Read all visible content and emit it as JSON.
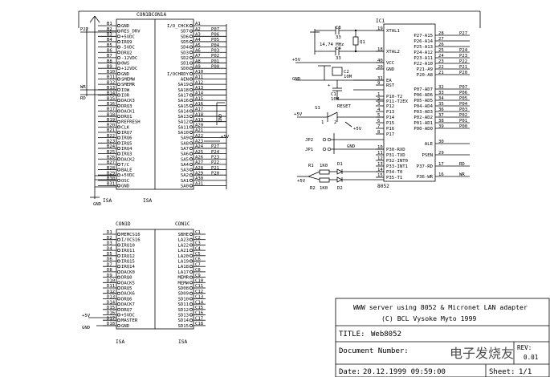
{
  "connectors": {
    "isa_a_b": {
      "ref": "CON1BCON1A",
      "footer_left": "ISA",
      "footer_right": "ISA",
      "left_pins": [
        {
          "pin": "B1",
          "name": "GND"
        },
        {
          "pin": "B2",
          "name": "RES_DRV"
        },
        {
          "pin": "B3",
          "name": "+5VDC"
        },
        {
          "pin": "B4",
          "name": "IRQ9"
        },
        {
          "pin": "B5",
          "name": "-5VDC"
        },
        {
          "pin": "B6",
          "name": "DRQ2"
        },
        {
          "pin": "B7",
          "name": "-12VDC"
        },
        {
          "pin": "B8",
          "name": "0WS"
        },
        {
          "pin": "B9",
          "name": "+12VDC"
        },
        {
          "pin": "B10",
          "name": "GND"
        },
        {
          "pin": "B11",
          "name": "SMEMW"
        },
        {
          "pin": "B12",
          "name": "SMEMR"
        },
        {
          "pin": "B13",
          "name": "IOW"
        },
        {
          "pin": "B14",
          "name": "IOR"
        },
        {
          "pin": "B15",
          "name": "DACK3"
        },
        {
          "pin": "B16",
          "name": "DRQ3"
        },
        {
          "pin": "B17",
          "name": "DACK1"
        },
        {
          "pin": "B18",
          "name": "DRQ1"
        },
        {
          "pin": "B19",
          "name": "REFRESH"
        },
        {
          "pin": "B20",
          "name": "CLK"
        },
        {
          "pin": "B21",
          "name": "IRQ7"
        },
        {
          "pin": "B22",
          "name": "IRQ6"
        },
        {
          "pin": "B23",
          "name": "IRQ5"
        },
        {
          "pin": "B24",
          "name": "IRQ4"
        },
        {
          "pin": "B25",
          "name": "IRQ3"
        },
        {
          "pin": "B26",
          "name": "DACK2"
        },
        {
          "pin": "B27",
          "name": "T/C"
        },
        {
          "pin": "B28",
          "name": "BALE"
        },
        {
          "pin": "B29",
          "name": "+5VDC"
        },
        {
          "pin": "B30",
          "name": "OSC"
        },
        {
          "pin": "B31",
          "name": "GND"
        }
      ],
      "right_pins": [
        {
          "pin": "A1",
          "name": "I/O_CHCK"
        },
        {
          "pin": "A2",
          "name": "SD7"
        },
        {
          "pin": "A3",
          "name": "SD6"
        },
        {
          "pin": "A4",
          "name": "SD5"
        },
        {
          "pin": "A5",
          "name": "SD4"
        },
        {
          "pin": "A6",
          "name": "SD3"
        },
        {
          "pin": "A7",
          "name": "SD2"
        },
        {
          "pin": "A8",
          "name": "SD1"
        },
        {
          "pin": "A9",
          "name": "SD0"
        },
        {
          "pin": "A10",
          "name": "I/OCHRDY"
        },
        {
          "pin": "A11",
          "name": "AEN"
        },
        {
          "pin": "A12",
          "name": "SA19"
        },
        {
          "pin": "A13",
          "name": "SA18"
        },
        {
          "pin": "A14",
          "name": "SA17"
        },
        {
          "pin": "A15",
          "name": "SA16"
        },
        {
          "pin": "A16",
          "name": "SA15"
        },
        {
          "pin": "A17",
          "name": "SA14"
        },
        {
          "pin": "A18",
          "name": "SA13"
        },
        {
          "pin": "A19",
          "name": "SA12"
        },
        {
          "pin": "A20",
          "name": "SA11"
        },
        {
          "pin": "A21",
          "name": "SA10"
        },
        {
          "pin": "A22",
          "name": "SA9"
        },
        {
          "pin": "A23",
          "name": "SA8"
        },
        {
          "pin": "A24",
          "name": "SA7"
        },
        {
          "pin": "A25",
          "name": "SA6"
        },
        {
          "pin": "A26",
          "name": "SA5"
        },
        {
          "pin": "A27",
          "name": "SA4"
        },
        {
          "pin": "A28",
          "name": "SA3"
        },
        {
          "pin": "A29",
          "name": "SA2"
        },
        {
          "pin": "A30",
          "name": "SA1"
        },
        {
          "pin": "A31",
          "name": "SA0"
        }
      ],
      "right_nets": [
        "",
        "P07",
        "P06",
        "P05",
        "P04",
        "P03",
        "P02",
        "P01",
        "P00",
        "",
        "",
        "",
        "",
        "",
        "",
        "",
        "",
        "",
        "",
        "",
        "",
        "",
        "",
        "P27",
        "P24",
        "P23",
        "P22",
        "P21",
        "P20",
        "",
        ""
      ],
      "left_nets": {
        "p22": "P22",
        "wr": "WR",
        "rd": "RD",
        "gnd": "GND"
      },
      "mid_labels": {
        "gnd": "GND",
        "plus5v": "+5V"
      }
    },
    "isa_c_d": {
      "ref_left": "CON1D",
      "ref_right": "CON1C",
      "footer_left": "ISA",
      "footer_right": "ISA",
      "left_pins": [
        {
          "pin": "D1",
          "name": "MEMCS16"
        },
        {
          "pin": "D2",
          "name": "I/OCS16"
        },
        {
          "pin": "D3",
          "name": "IRQ10"
        },
        {
          "pin": "D4",
          "name": "IRQ11"
        },
        {
          "pin": "D5",
          "name": "IRQ12"
        },
        {
          "pin": "D6",
          "name": "IRQ15"
        },
        {
          "pin": "D7",
          "name": "IRQ14"
        },
        {
          "pin": "D8",
          "name": "DACK0"
        },
        {
          "pin": "D9",
          "name": "DRQ0"
        },
        {
          "pin": "D10",
          "name": "DACK5"
        },
        {
          "pin": "D11",
          "name": "DRQ5"
        },
        {
          "pin": "D12",
          "name": "DACK6"
        },
        {
          "pin": "D13",
          "name": "DRQ6"
        },
        {
          "pin": "D14",
          "name": "DACK7"
        },
        {
          "pin": "D15",
          "name": "DRQ7"
        },
        {
          "pin": "D16",
          "name": "+5VDC"
        },
        {
          "pin": "D17",
          "name": "MASTER"
        },
        {
          "pin": "D18",
          "name": "GND"
        }
      ],
      "right_pins": [
        {
          "pin": "C1",
          "name": "SBHE"
        },
        {
          "pin": "C2",
          "name": "LA23"
        },
        {
          "pin": "C3",
          "name": "LA22"
        },
        {
          "pin": "C4",
          "name": "LA21"
        },
        {
          "pin": "C5",
          "name": "LA20"
        },
        {
          "pin": "C6",
          "name": "LA19"
        },
        {
          "pin": "C7",
          "name": "LA18"
        },
        {
          "pin": "C8",
          "name": "LA17"
        },
        {
          "pin": "C9",
          "name": "MEMR"
        },
        {
          "pin": "C10",
          "name": "MEMW"
        },
        {
          "pin": "C11",
          "name": "SD08"
        },
        {
          "pin": "C12",
          "name": "SD09"
        },
        {
          "pin": "C13",
          "name": "SD10"
        },
        {
          "pin": "C14",
          "name": "SD11"
        },
        {
          "pin": "C15",
          "name": "SD12"
        },
        {
          "pin": "C16",
          "name": "SD13"
        },
        {
          "pin": "C17",
          "name": "SD14"
        },
        {
          "pin": "C18",
          "name": "SD15"
        }
      ],
      "labels": {
        "plus5v": "+5V",
        "gnd": "GND"
      }
    }
  },
  "mcu": {
    "ref": "IC1",
    "part": "8052",
    "pin19": "19",
    "pin18": "18",
    "left_pins": [
      {
        "pin": "19",
        "name": "XTAL1"
      },
      {
        "pin": "18",
        "name": "XTAL2"
      },
      {
        "pin": "40",
        "name": "VCC"
      },
      {
        "pin": "20",
        "name": "GND"
      },
      {
        "pin": "31",
        "name": "EA"
      },
      {
        "pin": "9",
        "name": "RST"
      },
      {
        "pin": "1",
        "name": "P10-T2"
      },
      {
        "pin": "2",
        "name": "P11-T2EX"
      },
      {
        "pin": "3",
        "name": "P12"
      },
      {
        "pin": "4",
        "name": "P13"
      },
      {
        "pin": "5",
        "name": "P14"
      },
      {
        "pin": "6",
        "name": "P15"
      },
      {
        "pin": "7",
        "name": "P16"
      },
      {
        "pin": "8",
        "name": "P17"
      },
      {
        "pin": "10",
        "name": "P30-RXD"
      },
      {
        "pin": "11",
        "name": "P31-TXD"
      },
      {
        "pin": "12",
        "name": "P32-INT0"
      },
      {
        "pin": "13",
        "name": "P33-INT1"
      },
      {
        "pin": "14",
        "name": "P34-T0"
      },
      {
        "pin": "15",
        "name": "P35-T1"
      }
    ],
    "right_top": [
      {
        "pin": "28",
        "name": "P27-A15",
        "net": "P27"
      },
      {
        "pin": "27",
        "name": "P26-A14",
        "net": ""
      },
      {
        "pin": "26",
        "name": "P25-A13",
        "net": ""
      },
      {
        "pin": "25",
        "name": "P24-A12",
        "net": "P24"
      },
      {
        "pin": "24",
        "name": "P23-A11",
        "net": "P23"
      },
      {
        "pin": "23",
        "name": "P22-A10",
        "net": "P22"
      },
      {
        "pin": "22",
        "name": "P21-A9",
        "net": "P21"
      },
      {
        "pin": "21",
        "name": "P20-A8",
        "net": "P20"
      }
    ],
    "right_mid": [
      {
        "pin": "32",
        "name": "P07-AD7",
        "net": "P07"
      },
      {
        "pin": "33",
        "name": "P06-AD6",
        "net": "P06"
      },
      {
        "pin": "34",
        "name": "P05-AD5",
        "net": "P05"
      },
      {
        "pin": "35",
        "name": "P04-AD4",
        "net": "P04"
      },
      {
        "pin": "36",
        "name": "P03-AD3",
        "net": "P03"
      },
      {
        "pin": "37",
        "name": "P02-AD2",
        "net": "P02"
      },
      {
        "pin": "38",
        "name": "P01-AD1",
        "net": "P01"
      },
      {
        "pin": "39",
        "name": "P00-AD0",
        "net": "P00"
      }
    ],
    "right_bottom": [
      {
        "pin": "30",
        "name": "ALE",
        "net": ""
      },
      {
        "pin": "29",
        "name": "PSEN",
        "net": ""
      },
      {
        "pin": "17",
        "name": "P37-RD",
        "net": "RD"
      },
      {
        "pin": "16",
        "name": "P36-WR",
        "net": "WR"
      }
    ]
  },
  "components": {
    "c3": {
      "ref": "C3",
      "value": "33"
    },
    "c4": {
      "ref": "C4",
      "value": "33"
    },
    "q1": {
      "ref": "Q1",
      "value": "14,74 MHz"
    },
    "c2": {
      "ref": "C2",
      "value": "10M"
    },
    "c1": {
      "ref": "C1",
      "value": "10M"
    },
    "c1plus": "+",
    "s1": {
      "ref": "S1",
      "value": "RESET"
    },
    "jp1": "JP1",
    "jp2": "JP2",
    "r1": {
      "ref": "R1",
      "value": "1K0"
    },
    "r2": {
      "ref": "R2",
      "value": "1K0"
    },
    "d1": "D1",
    "d2": "D2",
    "plus5v_a": "+5V",
    "plus5v_b": "+5V",
    "plus5v_c": "+5V",
    "plus5v_d": "+5V",
    "gnd_a": "GND",
    "gnd_b": "GND",
    "gnd_c": "GND",
    "pin_labels": {
      "p1": "1",
      "p2": "2",
      "p3": "3",
      "p4": "4"
    }
  },
  "title_block": {
    "line1": "WWW server using 8052 & Micronet LAN adapter",
    "line2": "(C) BCL Vysoke Myto 1999",
    "title_label": "TITLE:",
    "title_value": "Web8052",
    "docnum_label": "Document Number:",
    "rev_label": "REV:",
    "rev_value": "0.01",
    "date_label": "Date:",
    "date_value": "20.12.1999 09:59:00",
    "sheet_label": "Sheet:",
    "sheet_value": "1/1",
    "watermark": "电子发烧友"
  }
}
